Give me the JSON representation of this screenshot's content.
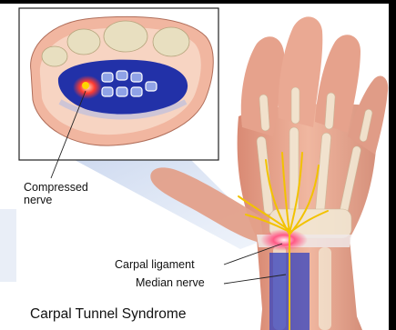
{
  "labels": {
    "compressed_nerve": [
      "Compressed",
      "nerve"
    ],
    "carpal_ligament": "Carpal ligament",
    "median_nerve": "Median nerve",
    "title": "Carpal Tunnel Syndrome"
  },
  "colors": {
    "skin": "#e8a58f",
    "bone": "#efe7cf",
    "nerve": "#f2c200",
    "tunnel": "#2c3bb8",
    "inflammation": "#ff3b6b"
  }
}
